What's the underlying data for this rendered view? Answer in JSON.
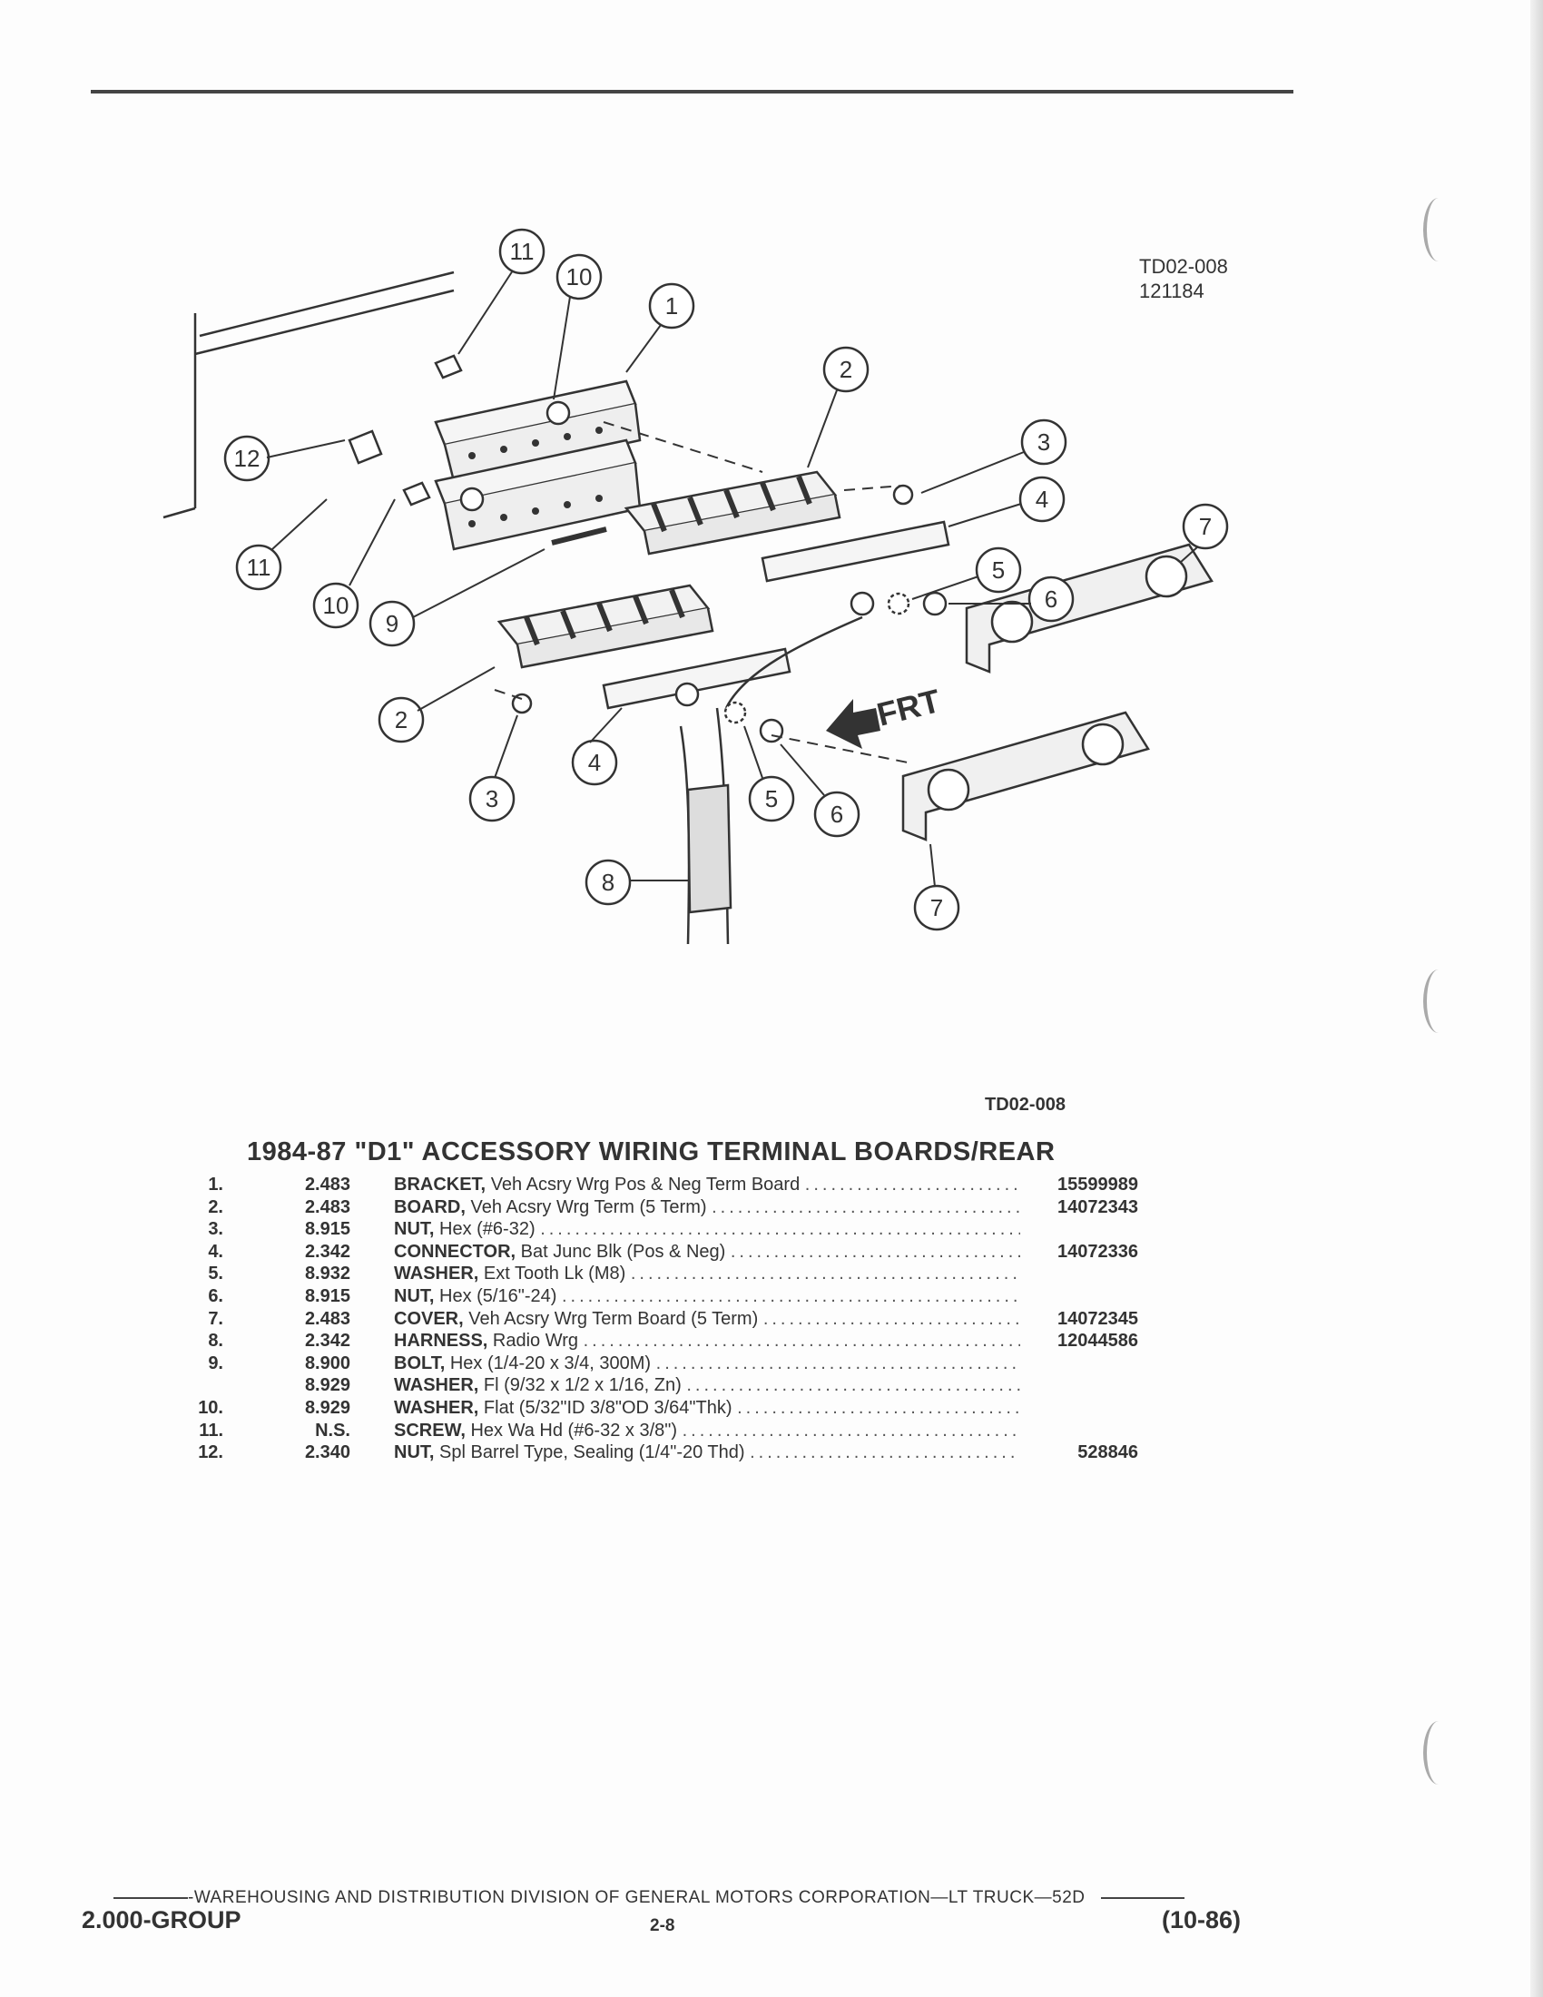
{
  "ref_code_top": "TD02-008",
  "ref_date_top": "121184",
  "diagram": {
    "callouts": [
      "1",
      "2",
      "2",
      "3",
      "3",
      "4",
      "4",
      "5",
      "5",
      "6",
      "6",
      "7",
      "7",
      "8",
      "9",
      "10",
      "10",
      "11",
      "11",
      "12"
    ],
    "direction_label": "FRT"
  },
  "ref_code_caption": "TD02-008",
  "title": "1984-87 \"D1\" ACCESSORY WIRING TERMINAL BOARDS/REAR",
  "parts": [
    {
      "num": "1.",
      "group": "2.483",
      "name": "BRACKET,",
      "desc": "Veh Acsry Wrg Pos & Neg Term Board",
      "part": "15599989"
    },
    {
      "num": "2.",
      "group": "2.483",
      "name": "BOARD,",
      "desc": "Veh Acsry Wrg Term (5 Term)",
      "part": "14072343"
    },
    {
      "num": "3.",
      "group": "8.915",
      "name": "NUT,",
      "desc": "Hex (#6-32)",
      "part": ""
    },
    {
      "num": "4.",
      "group": "2.342",
      "name": "CONNECTOR,",
      "desc": "Bat Junc Blk (Pos & Neg)",
      "part": "14072336"
    },
    {
      "num": "5.",
      "group": "8.932",
      "name": "WASHER,",
      "desc": "Ext Tooth Lk (M8)",
      "part": ""
    },
    {
      "num": "6.",
      "group": "8.915",
      "name": "NUT,",
      "desc": "Hex (5/16\"-24)",
      "part": ""
    },
    {
      "num": "7.",
      "group": "2.483",
      "name": "COVER,",
      "desc": "Veh Acsry Wrg Term Board (5 Term)",
      "part": "14072345"
    },
    {
      "num": "8.",
      "group": "2.342",
      "name": "HARNESS,",
      "desc": "Radio Wrg",
      "part": "12044586"
    },
    {
      "num": "9.",
      "group": "8.900",
      "name": "BOLT,",
      "desc": "Hex (1/4-20 x 3/4, 300M)",
      "part": ""
    },
    {
      "num": "",
      "group": "8.929",
      "name": "WASHER,",
      "desc": "Fl (9/32 x 1/2 x 1/16, Zn)",
      "part": ""
    },
    {
      "num": "10.",
      "group": "8.929",
      "name": "WASHER,",
      "desc": "Flat (5/32\"ID 3/8\"OD 3/64\"Thk)",
      "part": ""
    },
    {
      "num": "11.",
      "group": "N.S.",
      "name": "SCREW,",
      "desc": "Hex Wa Hd (#6-32 x 3/8\")",
      "part": ""
    },
    {
      "num": "12.",
      "group": "2.340",
      "name": "NUT,",
      "desc": "Spl Barrel Type, Sealing (1/4\"-20 Thd)",
      "part": "528846"
    }
  ],
  "footer": {
    "division": "WAREHOUSING AND DISTRIBUTION  DIVISION OF GENERAL MOTORS CORPORATION—LT TRUCK—52D",
    "group": "2.000-GROUP",
    "page": "2-8",
    "date": "(10-86)"
  }
}
